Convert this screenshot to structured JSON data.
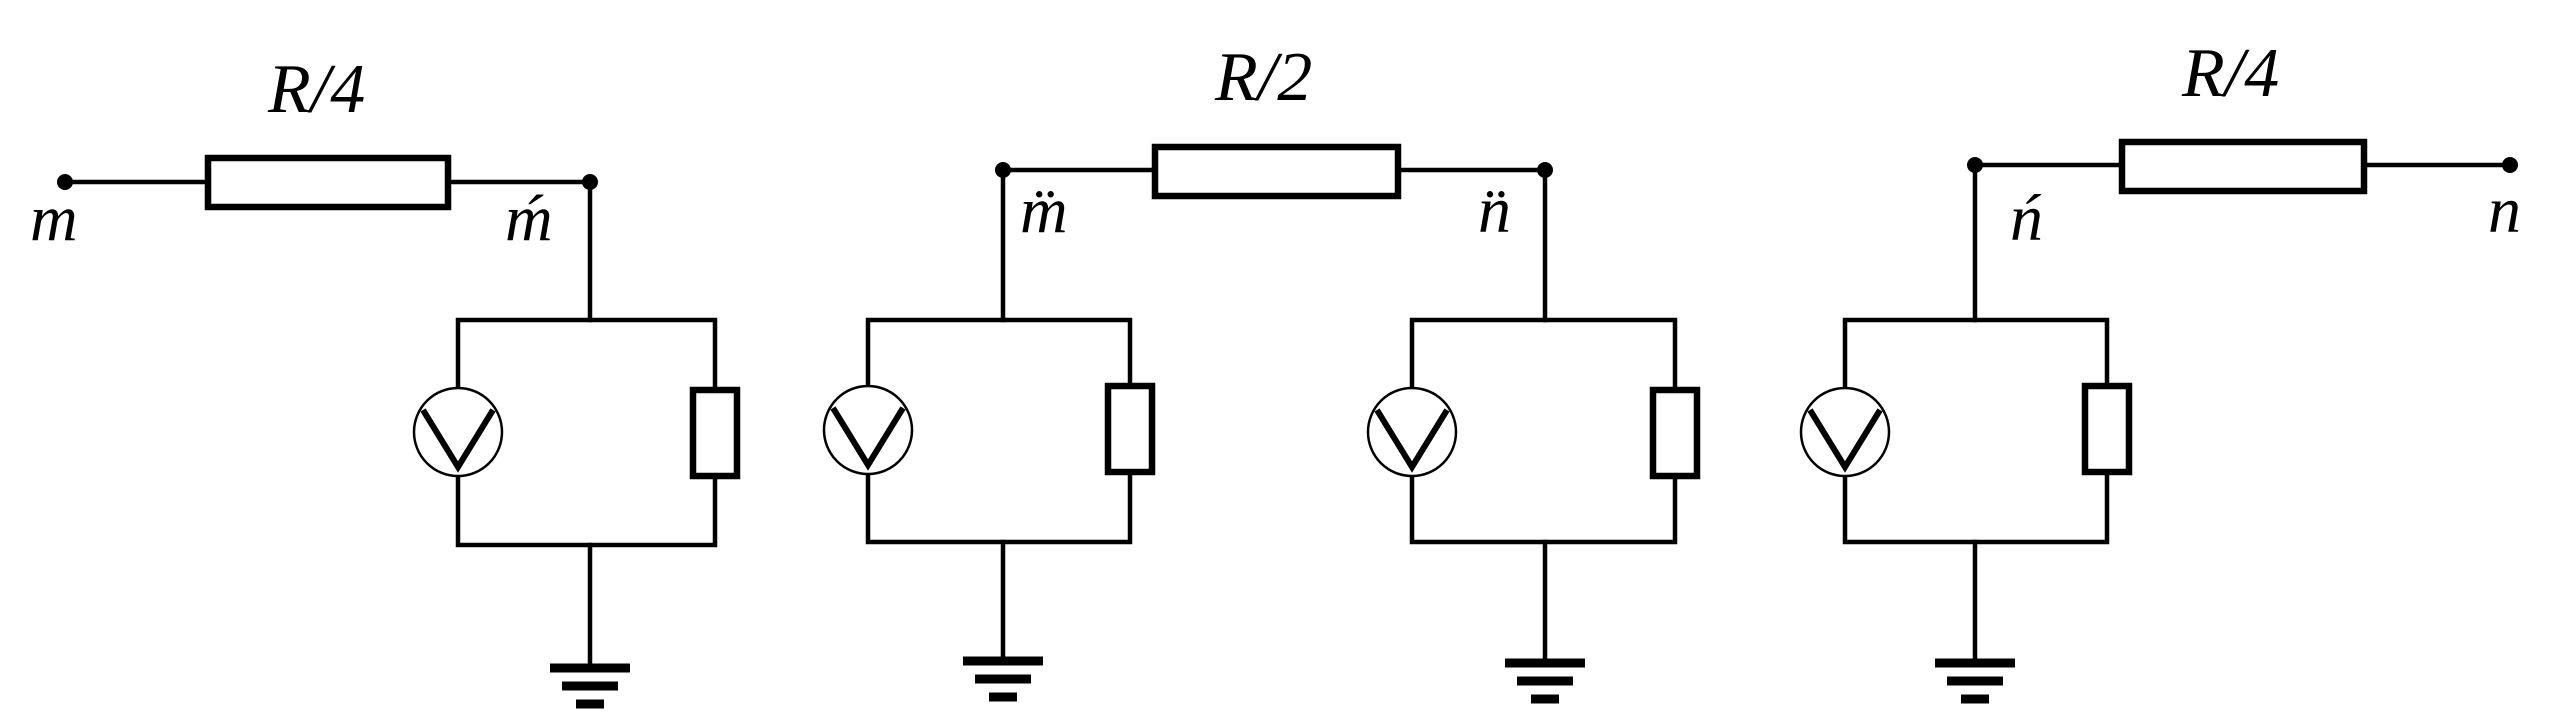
{
  "resistors": [
    {
      "label": "R/4"
    },
    {
      "label": "R/2"
    },
    {
      "label": "R/4"
    }
  ],
  "nodes": [
    {
      "label": "m"
    },
    {
      "label": "ḿ"
    },
    {
      "label": "m̈"
    },
    {
      "label": "n̈"
    },
    {
      "label": "ń"
    },
    {
      "label": "n"
    }
  ],
  "cells": [
    {
      "source": "current-source",
      "load": "resistor"
    },
    {
      "source": "current-source",
      "load": "resistor"
    },
    {
      "source": "current-source",
      "load": "resistor"
    },
    {
      "source": "current-source",
      "load": "resistor"
    }
  ]
}
